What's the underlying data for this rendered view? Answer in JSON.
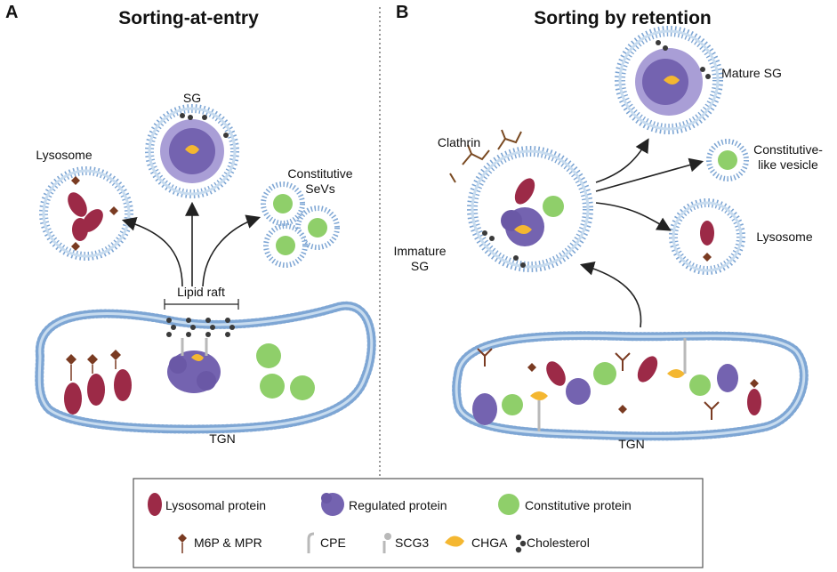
{
  "panel_a": {
    "letter": "A",
    "title": "Sorting-at-entry",
    "labels": {
      "lysosome": "Lysosome",
      "sg": "SG",
      "constitutive_1": "Constitutive",
      "constitutive_2": "SeVs",
      "lipid_raft": "Lipid raft",
      "tgn": "TGN"
    }
  },
  "panel_b": {
    "letter": "B",
    "title": "Sorting by retention",
    "labels": {
      "mature_sg": "Mature SG",
      "clathrin": "Clathrin",
      "constitutive_like_1": "Constitutive-",
      "constitutive_like_2": "like vesicle",
      "lysosome": "Lysosome",
      "immature_1": "Immature",
      "immature_2": "SG",
      "tgn": "TGN"
    }
  },
  "legend": {
    "row1": [
      {
        "icon": "lysosomal-protein-icon",
        "label": "Lysosomal protein"
      },
      {
        "icon": "regulated-protein-icon",
        "label": "Regulated protein"
      },
      {
        "icon": "constitutive-protein-icon",
        "label": "Constitutive protein"
      }
    ],
    "row2": [
      {
        "icon": "m6p-mpr-icon",
        "label": "M6P & MPR"
      },
      {
        "icon": "cpe-icon",
        "label": "CPE"
      },
      {
        "icon": "scg3-icon",
        "label": "SCG3"
      },
      {
        "icon": "chga-icon",
        "label": "CHGA"
      },
      {
        "icon": "cholesterol-icon",
        "label": "Cholesterol"
      }
    ]
  },
  "colors": {
    "membrane": "#a9c6e4",
    "membrane_dot": "#7ea6d4",
    "lysosomal": "#9c2a47",
    "regulated": "#7463b0",
    "constitutive": "#8fcf6a",
    "chga": "#f4b731",
    "mpr": "#7a3b22",
    "cholesterol": "#3a3a3a",
    "cpe": "#b9b9b9"
  }
}
